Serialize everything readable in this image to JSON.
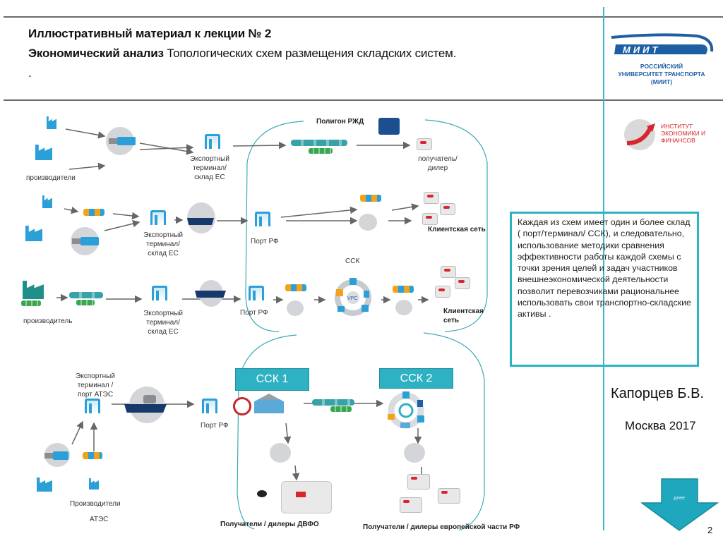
{
  "header": {
    "line1": "Иллюстративный  материал к лекции  № 2",
    "line2_bold": "Экономический  анализ",
    "line2_rest": " Топологических схем размещения складских систем.",
    "line3": "."
  },
  "logos": {
    "miit_wordmark": "МИИТ",
    "miit_lines": [
      "РОССИЙСКИЙ",
      "УНИВЕРСИТЕТ ТРАНСПОРТА",
      "(МИИТ)"
    ],
    "institute_lines": [
      "ИНСТИТУТ",
      "ЭКОНОМИКИ И",
      "ФИНАНСОВ"
    ]
  },
  "diagram": {
    "polygon_label": "Полигон РЖД",
    "row1": {
      "producers": "производители",
      "terminal": [
        "Экспортный",
        "терминал/",
        "склад ЕС"
      ],
      "receiver": [
        "получатель/",
        "дилер"
      ]
    },
    "row2": {
      "terminal": [
        "Экспортный",
        "терминал/",
        "склад ЕС"
      ],
      "port": "Порт РФ",
      "client_network": "Клиентская сеть"
    },
    "row3": {
      "producer": "производитель",
      "terminal": [
        "Экспортный",
        "терминал/",
        "склад ЕС"
      ],
      "port": "Порт РФ",
      "ssk": "ССК",
      "ssk_hub_label": "VPC",
      "client_network": [
        "Клиентская",
        "сеть"
      ]
    },
    "row4": {
      "terminal": [
        "Экспортный",
        "терминал /",
        "порт АТЭС"
      ],
      "port": "Порт РФ",
      "ssk1": "ССК 1",
      "ssk2": "ССК 2",
      "producers": "Производители",
      "producers_region": "АТЭС",
      "receivers_far_east": "Получатели / дилеры  ДВФО",
      "receivers_europe": "Получатели / дилеры  европейской части РФ"
    }
  },
  "info_box": {
    "text": "Каждая из схем имеет один и более склад ( порт/терминал/ ССК), и следовательно, использование методики сравнения эффективности работы каждой схемы с точки зрения целей  и задач участников внешнеэкономической деятельности  позволит перевозчиками рациональнее использовать свои  транспортно-складские  активы ."
  },
  "footer": {
    "author": "Капорцев Б.В.",
    "city_year": "Москва 2017",
    "next_label": "длее",
    "page_number": "2"
  },
  "colors": {
    "accent": "#2bb3c4",
    "icon_blue": "#2a9fd8",
    "institute_red": "#d8262c",
    "miit_blue": "#1d5fa3"
  }
}
